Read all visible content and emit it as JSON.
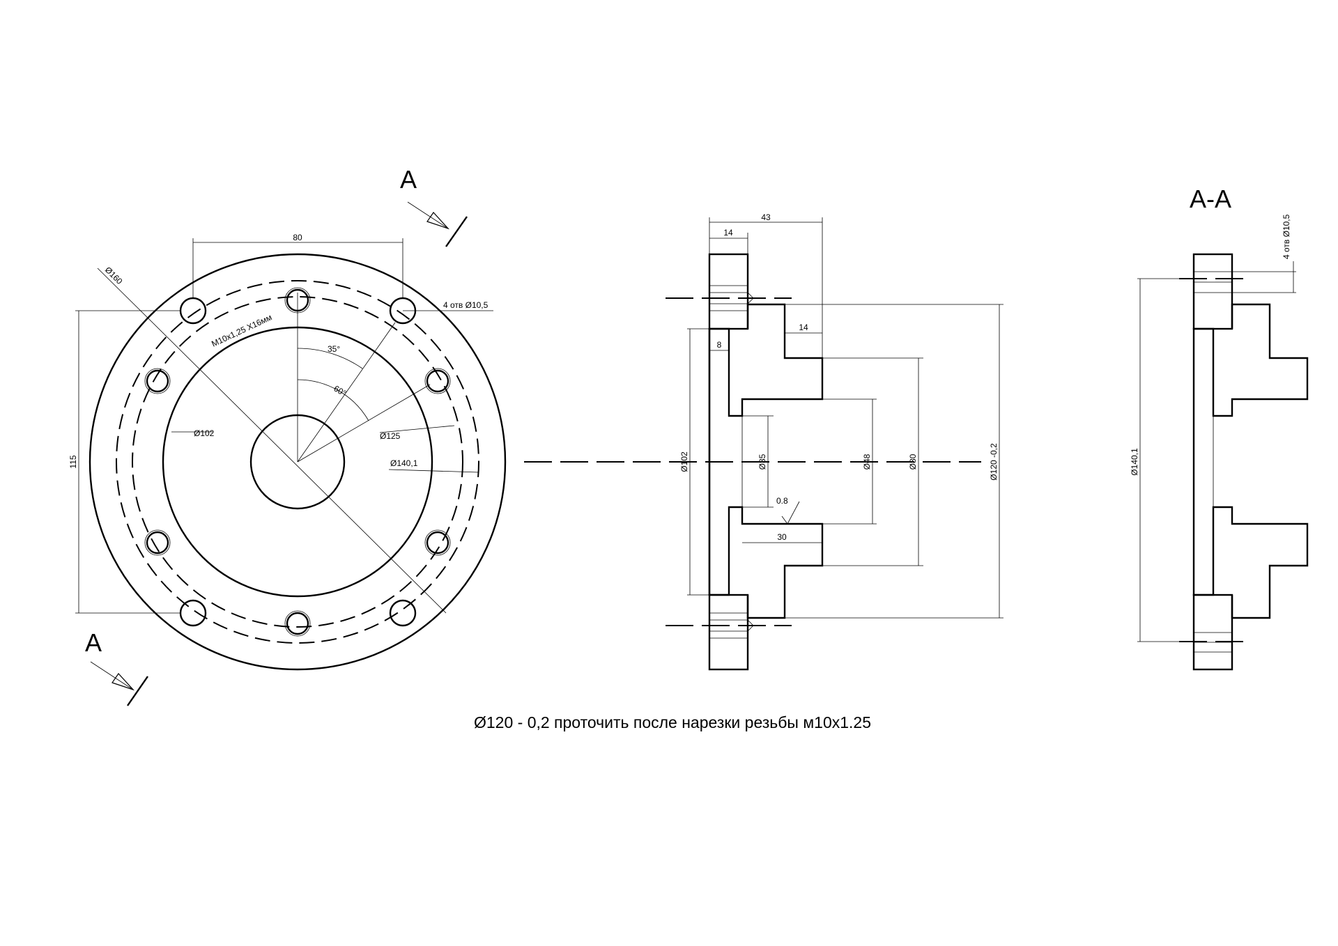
{
  "section_marks": {
    "upper": "A",
    "lower": "A",
    "section_title": "A-A"
  },
  "front_view": {
    "width_80": "80",
    "diameter_160": "Ø160",
    "holes_note": "4 отв Ø10,5",
    "thread_note": "M10x1,25 X16мм",
    "angle_35": "35°",
    "angle_60": "60°",
    "diameter_102": "Ø102",
    "diameter_125": "Ø125",
    "diameter_140": "Ø140,1",
    "height_115": "115"
  },
  "side_view": {
    "length_43": "43",
    "length_14_top": "14",
    "length_14_step": "14",
    "length_8": "8",
    "diameter_102": "Ø102",
    "diameter_35": "Ø35",
    "diameter_48": "Ø48",
    "diameter_80": "Ø80",
    "diameter_120": "Ø120 -0,2",
    "roughness": "0.8",
    "length_30": "30"
  },
  "section_view": {
    "holes_note": "4 отв Ø10,5",
    "diameter_140": "Ø140,1"
  },
  "footer_note": "Ø120 - 0,2 проточить после нарезки резьбы м10х1.25"
}
